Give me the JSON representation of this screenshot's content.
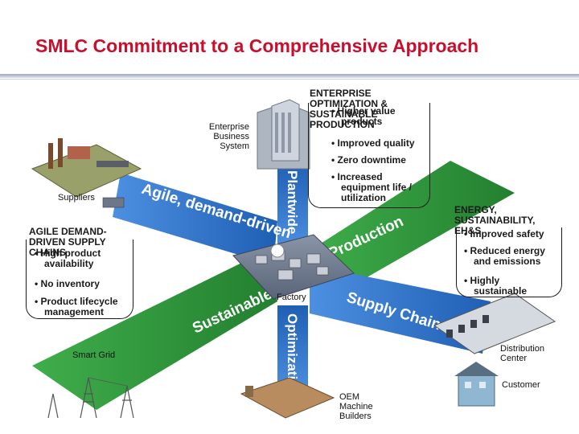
{
  "title": "SMLC Commitment to a Comprehensive Approach",
  "bands": {
    "agile": "Agile, demand-driven",
    "production": "Production",
    "sustainable": "Sustainable",
    "supply_chains": "Supply Chains",
    "plantwide": "Plantwide",
    "optimization": "Optimization"
  },
  "nodes": {
    "enterprise_business_system": [
      "Enterprise",
      "Business",
      "System"
    ],
    "suppliers": "Suppliers",
    "factory": "Factory",
    "smart_grid": "Smart Grid",
    "distribution_center": [
      "Distribution",
      "Center"
    ],
    "customer": "Customer",
    "oem": [
      "OEM",
      "Machine",
      "Builders"
    ]
  },
  "enterprise_box": {
    "heading": [
      "ENTERPRISE",
      "OPTIMIZATION &",
      "SUSTAINABLE",
      "PRODUCTION"
    ],
    "bullet1": [
      "• Higher value",
      "products"
    ],
    "bullet2": "• Improved quality",
    "bullet3": "• Zero downtime",
    "bullet4": [
      "• Increased",
      "equipment life /",
      "utilization"
    ]
  },
  "agile_box": {
    "heading": [
      "AGILE DEMAND-",
      "DRIVEN SUPPLY",
      "CHAINS"
    ],
    "bullet1": [
      "• High product",
      "availability"
    ],
    "bullet2": "• No inventory",
    "bullet3": [
      "• Product lifecycle",
      "management"
    ]
  },
  "energy_box": {
    "heading": [
      "ENERGY,",
      "SUSTAINABILITY,",
      "EH&S"
    ],
    "bullet1": "• Improved safety",
    "bullet2": [
      "• Reduced energy",
      "and emissions"
    ],
    "bullet3": [
      "• Highly",
      "sustainable"
    ]
  },
  "colors": {
    "title": "#c8102e",
    "blue_band": "#2a6fc4",
    "green_band": "#2f9a3c",
    "box_border": "#1a1a1a"
  }
}
